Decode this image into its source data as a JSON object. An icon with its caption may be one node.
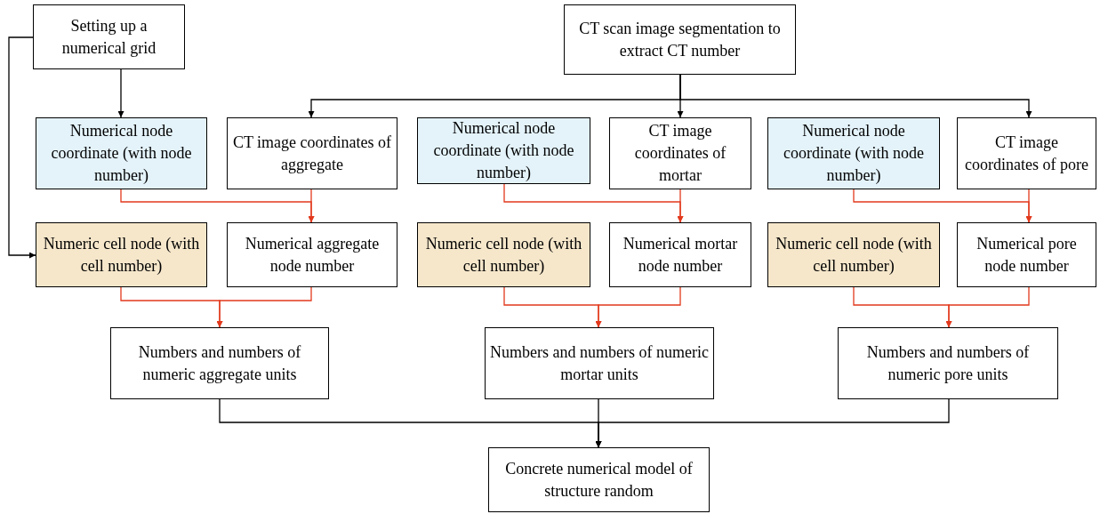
{
  "diagram": {
    "nodes": [
      {
        "text": [
          "Setting up a numerical grid"
        ]
      },
      {
        "text": [
          "CT scan image segmentation to extract CT number"
        ]
      },
      {
        "text": [
          "Numerical node coordinate (with node number)"
        ]
      },
      {
        "text": [
          "CT image coordinates of aggregate"
        ]
      },
      {
        "text": [
          "Numerical node coordinate (with node number)"
        ]
      },
      {
        "text": [
          "CT image coordinates of mortar"
        ]
      },
      {
        "text": [
          "Numerical node coordinate (with node number)"
        ]
      },
      {
        "text": [
          "CT image coordinates of pore"
        ]
      },
      {
        "text": [
          "Numeric cell node (with cell number)"
        ]
      },
      {
        "text": [
          "Numerical aggregate node number"
        ]
      },
      {
        "text": [
          "Numeric cell node (with cell number)"
        ]
      },
      {
        "text": [
          "Numerical mortar node number"
        ]
      },
      {
        "text": [
          "Numeric cell node (with cell number)"
        ]
      },
      {
        "text": [
          "Numerical pore node number"
        ]
      },
      {
        "text": [
          "Numbers and numbers of numeric aggregate units"
        ]
      },
      {
        "text": [
          "Numbers and numbers of numeric mortar units"
        ]
      },
      {
        "text": [
          "Numbers and numbers of numeric pore units"
        ]
      },
      {
        "text": [
          "Concrete numerical model of structure random"
        ]
      }
    ],
    "edges": [
      {
        "from": 0,
        "to": 2,
        "arrow": "to",
        "color": "#000000"
      },
      {
        "from": 0,
        "to": 8,
        "arrow": "to",
        "color": "#000000"
      },
      {
        "from": 1,
        "to": 3,
        "arrow": "to",
        "color": "#000000"
      },
      {
        "from": 1,
        "to": 5,
        "arrow": "to",
        "color": "#000000"
      },
      {
        "from": 1,
        "to": 7,
        "arrow": "to",
        "color": "#000000"
      },
      {
        "from": 2,
        "to": 9,
        "arrow": "to"
      },
      {
        "from": 3,
        "to": 9,
        "arrow": "to"
      },
      {
        "from": 4,
        "to": 11,
        "arrow": "to"
      },
      {
        "from": 5,
        "to": 11,
        "arrow": "to"
      },
      {
        "from": 6,
        "to": 13,
        "arrow": "to"
      },
      {
        "from": 7,
        "to": 13,
        "arrow": "to"
      },
      {
        "from": 8,
        "to": 14,
        "arrow": "to"
      },
      {
        "from": 9,
        "to": 14,
        "arrow": "to"
      },
      {
        "from": 10,
        "to": 15,
        "arrow": "to"
      },
      {
        "from": 11,
        "to": 15,
        "arrow": "to"
      },
      {
        "from": 12,
        "to": 16,
        "arrow": "to"
      },
      {
        "from": 13,
        "to": 16,
        "arrow": "to"
      },
      {
        "from": 14,
        "to": 17,
        "arrow": "to",
        "color": "#000000"
      },
      {
        "from": 15,
        "to": 17,
        "arrow": "to",
        "color": "#000000"
      },
      {
        "from": 16,
        "to": 17,
        "arrow": "to",
        "color": "#000000"
      }
    ]
  }
}
